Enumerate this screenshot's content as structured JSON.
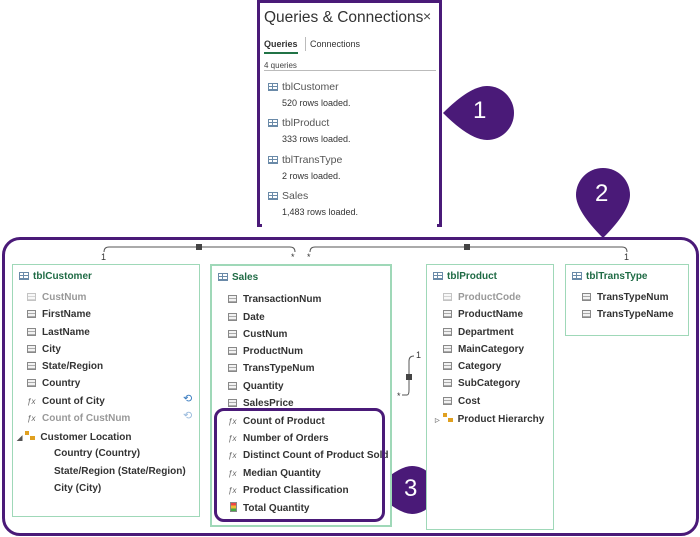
{
  "queries_panel": {
    "title": "Queries & Connections",
    "close": "×",
    "tabs": [
      "Queries",
      "Connections"
    ],
    "count": "4 queries",
    "items": [
      {
        "name": "tblCustomer",
        "status": "520 rows loaded."
      },
      {
        "name": "tblProduct",
        "status": "333 rows loaded."
      },
      {
        "name": "tblTransType",
        "status": "2 rows loaded."
      },
      {
        "name": "Sales",
        "status": "1,483 rows loaded."
      }
    ]
  },
  "callouts": [
    "1",
    "2",
    "3"
  ],
  "relationships": {
    "one": "1",
    "many": "*"
  },
  "tables": {
    "tblCustomer": {
      "title": "tblCustomer",
      "fields": [
        "CustNum",
        "FirstName",
        "LastName",
        "City",
        "State/Region",
        "Country"
      ],
      "measures": [
        "Count of City",
        "Count of CustNum"
      ],
      "hierarchy": "Customer Location",
      "levels": [
        "Country (Country)",
        "State/Region (State/Region)",
        "City (City)"
      ]
    },
    "sales": {
      "title": "Sales",
      "fields": [
        "TransactionNum",
        "Date",
        "CustNum",
        "ProductNum",
        "TransTypeNum",
        "Quantity",
        "SalesPrice"
      ],
      "measures": [
        "Count of Product",
        "Number of Orders",
        "Distinct Count of Product Sold",
        "Median Quantity",
        "Product Classification"
      ],
      "kpi": "Total Quantity"
    },
    "tblProduct": {
      "title": "tblProduct",
      "fields": [
        "ProductCode",
        "ProductName",
        "Department",
        "MainCategory",
        "Category",
        "SubCategory",
        "Cost"
      ],
      "hierarchy": "Product Hierarchy"
    },
    "tblTransType": {
      "title": "tblTransType",
      "fields": [
        "TransTypeNum",
        "TransTypeName"
      ]
    }
  },
  "colors": {
    "accent": "#4a1a78",
    "table_border": "#9fd8b8",
    "table_title": "#1f6b45"
  }
}
